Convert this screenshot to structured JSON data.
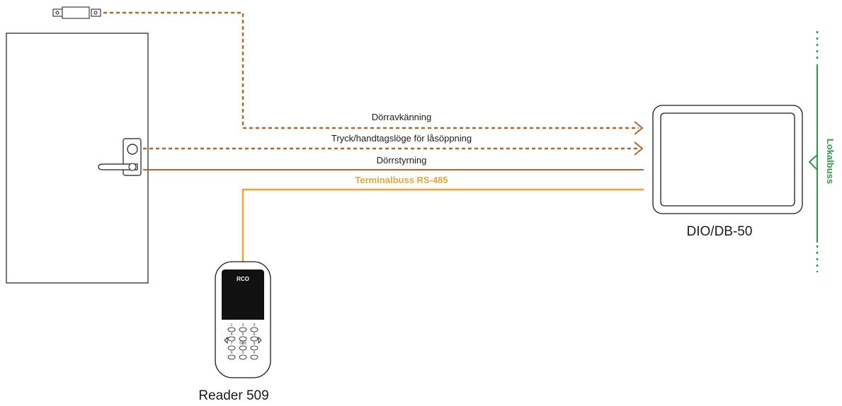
{
  "colors": {
    "line_brown": "#b3652a",
    "line_orange": "#e8a63a",
    "line_green": "#2e9b4a",
    "outline": "#1a1a1a"
  },
  "icons": {
    "sensor": "door-sensor-icon",
    "handle": "door-handle-icon",
    "reader": "card-reader-icon",
    "controller": "controller-device-icon"
  },
  "labels": {
    "door_sensing": "Dörravkänning",
    "handle_mode": "Tryck/handtagslöge för låsöppning",
    "door_control": "Dörrstyrning",
    "terminal_bus": "Terminalbuss RS-485",
    "local_bus": "Lokalbuss",
    "controller": "DIO/DB-50",
    "reader": "Reader 509",
    "reader_brand": "RCO"
  },
  "keypad": {
    "keys": [
      "1",
      "2",
      "3",
      "4",
      "5",
      "6",
      "7",
      "8",
      "9",
      "X",
      "0",
      "#"
    ],
    "center_symbol": "((o))"
  }
}
